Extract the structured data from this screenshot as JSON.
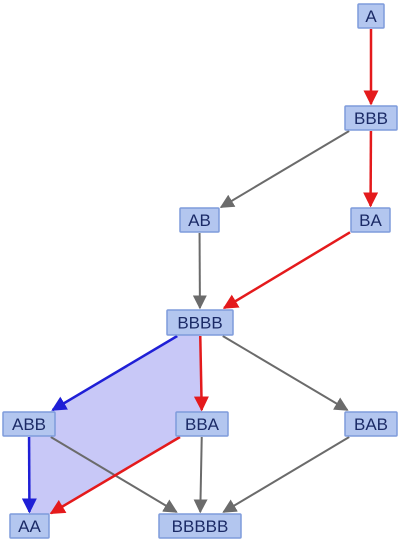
{
  "colors": {
    "background": "#ffffff",
    "node_fill": "#b3c6ef",
    "node_stroke": "#7e9bdb",
    "node_text": "#1b2a66",
    "edge_gray": "#6b6b6b",
    "edge_red": "#e41a1c",
    "edge_blue": "#1f1fd6",
    "region_fill": "#c8c8f7"
  },
  "nodes": [
    {
      "id": "A",
      "label": "A"
    },
    {
      "id": "BBB",
      "label": "BBB"
    },
    {
      "id": "AB",
      "label": "AB"
    },
    {
      "id": "BA",
      "label": "BA"
    },
    {
      "id": "BBBB",
      "label": "BBBB"
    },
    {
      "id": "ABB",
      "label": "ABB"
    },
    {
      "id": "BBA",
      "label": "BBA"
    },
    {
      "id": "BAB",
      "label": "BAB"
    },
    {
      "id": "AA",
      "label": "AA"
    },
    {
      "id": "BBBBB",
      "label": "BBBBB"
    }
  ],
  "edges": [
    {
      "from": "A",
      "to": "BBB",
      "color": "red"
    },
    {
      "from": "BBB",
      "to": "AB",
      "color": "gray"
    },
    {
      "from": "BBB",
      "to": "BA",
      "color": "red"
    },
    {
      "from": "AB",
      "to": "BBBB",
      "color": "gray"
    },
    {
      "from": "BA",
      "to": "BBBB",
      "color": "red"
    },
    {
      "from": "BBBB",
      "to": "ABB",
      "color": "blue"
    },
    {
      "from": "BBBB",
      "to": "BBA",
      "color": "red"
    },
    {
      "from": "BBBB",
      "to": "BAB",
      "color": "gray"
    },
    {
      "from": "ABB",
      "to": "AA",
      "color": "blue"
    },
    {
      "from": "ABB",
      "to": "BBBBB",
      "color": "gray"
    },
    {
      "from": "BBA",
      "to": "AA",
      "color": "red"
    },
    {
      "from": "BBA",
      "to": "BBBBB",
      "color": "gray"
    },
    {
      "from": "BAB",
      "to": "BBBBB",
      "color": "gray"
    }
  ],
  "highlighted_region": [
    "BBBB",
    "ABB",
    "AA",
    "BBA"
  ]
}
